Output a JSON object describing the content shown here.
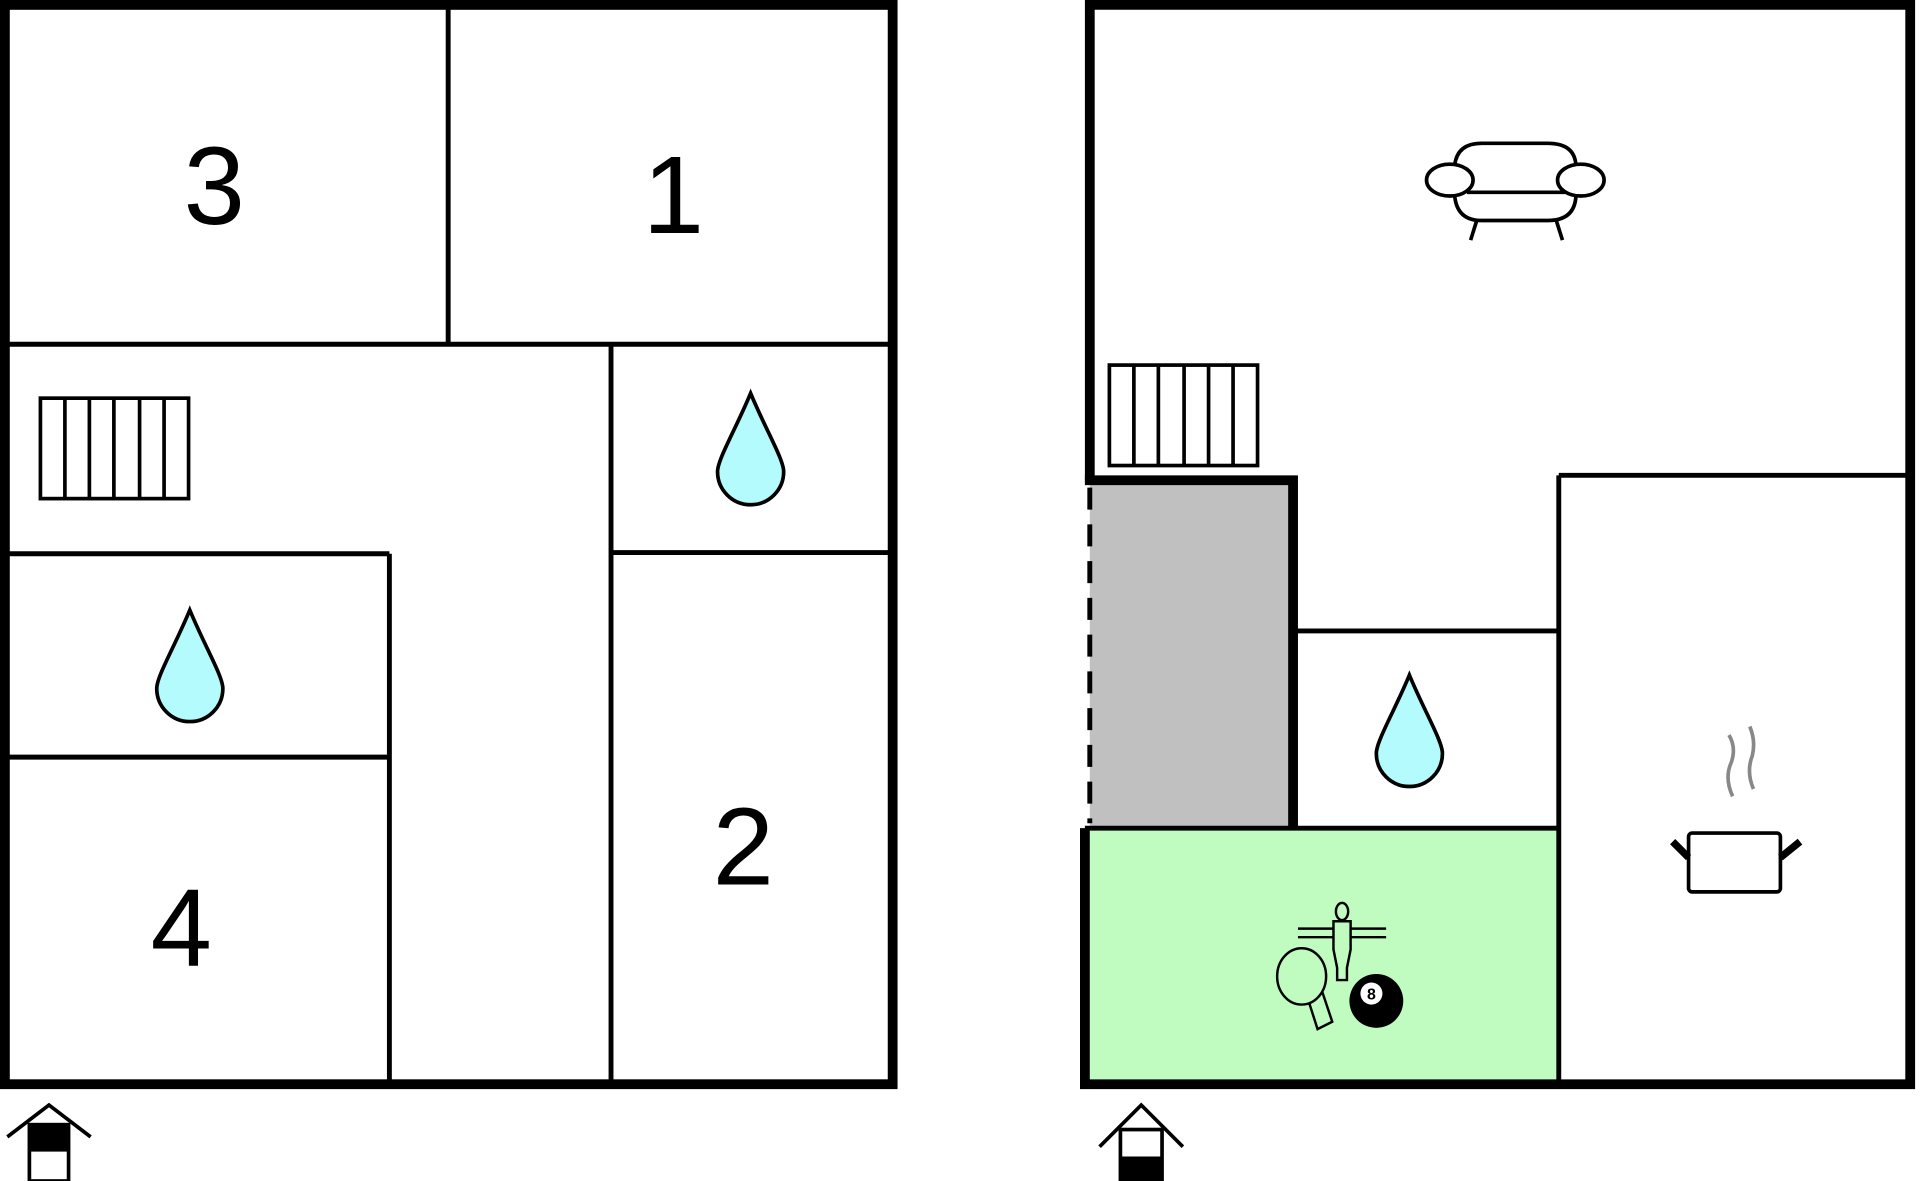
{
  "floors": [
    {
      "name": "left-floor",
      "rooms": [
        {
          "id": "bedroom-3",
          "label": "3"
        },
        {
          "id": "bedroom-1",
          "label": "1"
        },
        {
          "id": "bedroom-2",
          "label": "2"
        },
        {
          "id": "bedroom-4",
          "label": "4"
        },
        {
          "id": "bathroom-upper",
          "icon": "water-drop-icon"
        },
        {
          "id": "bathroom-lower",
          "icon": "water-drop-icon"
        },
        {
          "id": "hallway",
          "icon": "stairs-icon"
        }
      ],
      "entrance_icon": "entrance-arrow-icon"
    },
    {
      "name": "right-floor",
      "rooms": [
        {
          "id": "living-room",
          "icon": "sofa-icon"
        },
        {
          "id": "kitchen",
          "icon": "cooking-pot-icon"
        },
        {
          "id": "bathroom",
          "icon": "water-drop-icon"
        },
        {
          "id": "game-room",
          "icon": "games-icon",
          "detail": "8"
        },
        {
          "id": "utility-area",
          "icon": ""
        }
      ],
      "entrance_icon": "entrance-arrow-icon"
    }
  ],
  "colors": {
    "wall": "#000000",
    "water": "#b3fbfc",
    "game_room": "#c0fcc0",
    "utility": "#c0c0c0",
    "steam": "#888888"
  },
  "billiard_ball_label": "8"
}
